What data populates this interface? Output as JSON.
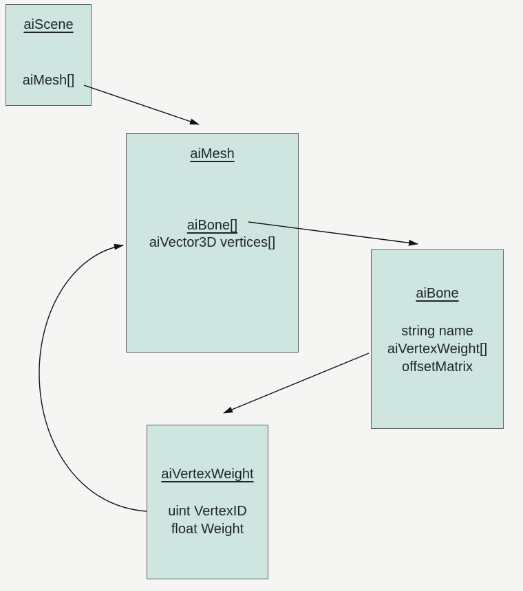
{
  "diagram_title": "assimp mesh-bone structure diagram",
  "colors": {
    "background": "#f5f5f4",
    "node_fill": "#cfe5e0",
    "node_border": "#5b6462",
    "edge_color": "#111111",
    "text_color": "#1d2527"
  },
  "nodes": {
    "aiScene": {
      "title": "aiScene",
      "fields": [
        "aiMesh[]"
      ]
    },
    "aiMesh": {
      "title": "aiMesh",
      "fields": [
        "aiBone[]",
        "aiVector3D vertices[]"
      ]
    },
    "aiBone": {
      "title": "aiBone",
      "fields": [
        "string name",
        "aiVertexWeight[]",
        "offsetMatrix"
      ]
    },
    "aiVertexWeight": {
      "title": "aiVertexWeight",
      "fields": [
        "uint VertexID",
        "float Weight"
      ]
    }
  },
  "edges": [
    {
      "from": "aiScene",
      "from_field": "aiMesh[]",
      "to": "aiMesh",
      "style": "straight-arrow"
    },
    {
      "from": "aiMesh",
      "from_field": "aiBone[]",
      "to": "aiBone",
      "style": "straight-arrow"
    },
    {
      "from": "aiBone",
      "from_field": "aiVertexWeight[]",
      "to": "aiVertexWeight",
      "style": "straight-arrow"
    },
    {
      "from": "aiVertexWeight",
      "to": "aiMesh",
      "to_field": "aiVector3D vertices[]",
      "style": "curved-arrow"
    }
  ]
}
